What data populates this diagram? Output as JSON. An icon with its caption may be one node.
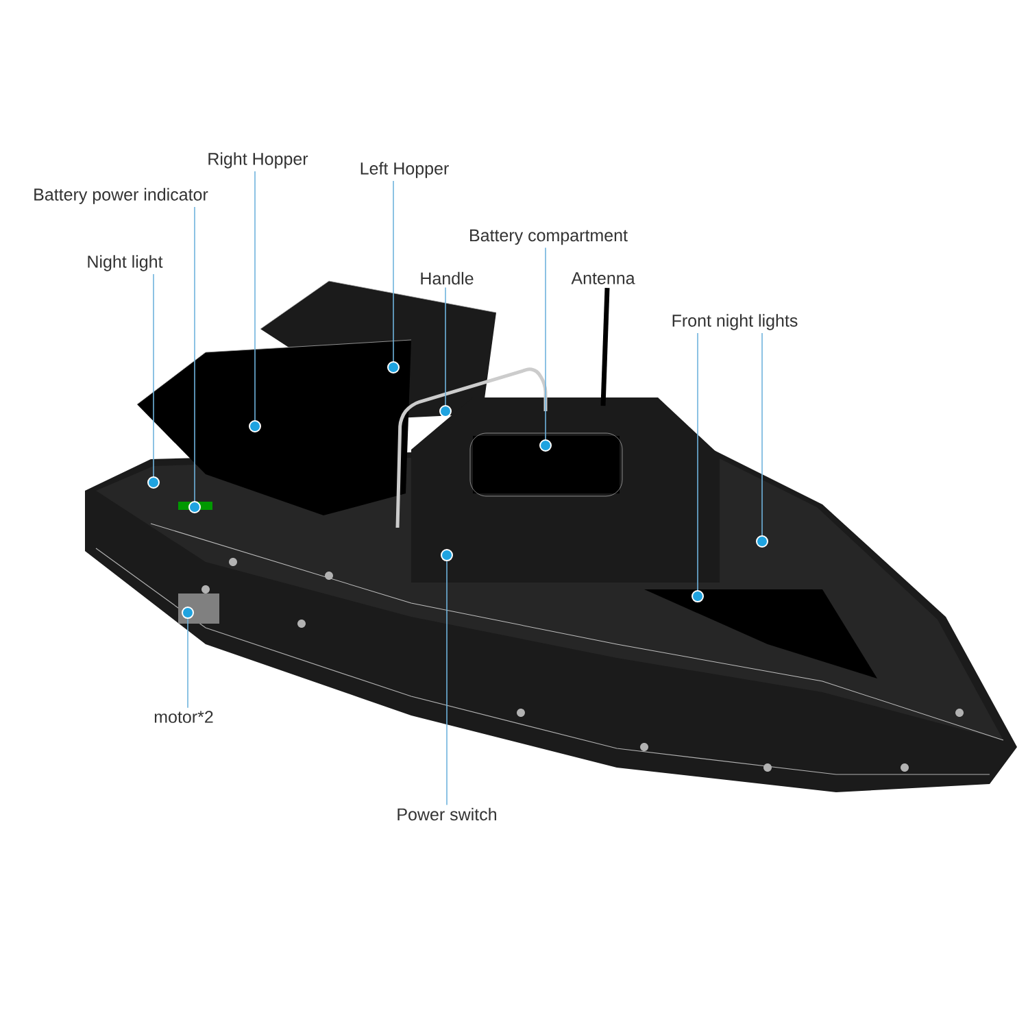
{
  "diagram": {
    "nodes": [
      {
        "text": [
          "Right Hopper"
        ]
      },
      {
        "text": [
          "Battery power indicator"
        ]
      },
      {
        "text": [
          "Left Hopper"
        ]
      },
      {
        "text": [
          "Battery compartment"
        ]
      },
      {
        "text": [
          "Night light"
        ]
      },
      {
        "text": [
          "Handle"
        ]
      },
      {
        "text": [
          "Front night lights"
        ]
      },
      {
        "text": [
          "motor*2"
        ]
      },
      {
        "text": [
          "Power switch"
        ]
      },
      {
        "text": [],
        "shape": "circle"
      },
      {
        "text": [],
        "shape": "circle"
      },
      {
        "text": [],
        "shape": "circle"
      },
      {
        "text": [],
        "shape": "circle"
      },
      {
        "text": [],
        "shape": "circle"
      },
      {
        "text": [],
        "shape": "circle"
      },
      {
        "text": [],
        "shape": "circle"
      },
      {
        "text": [],
        "shape": "circle"
      },
      {
        "text": [],
        "shape": "circle"
      },
      {
        "text": [],
        "shape": "circle"
      }
    ],
    "edges": [
      {
        "from": 0,
        "to": 12,
        "arrow": "none"
      },
      {
        "from": 1,
        "to": 11,
        "arrow": "none"
      },
      {
        "from": 2,
        "to": 13,
        "arrow": "none"
      },
      {
        "from": 3,
        "to": 16,
        "arrow": "none"
      },
      {
        "from": 4,
        "to": 9,
        "arrow": "none"
      },
      {
        "from": 5,
        "to": 14,
        "arrow": "none"
      },
      {
        "from": 6,
        "to": 17,
        "arrow": "none"
      },
      {
        "from": 6,
        "to": 18,
        "arrow": "none"
      },
      {
        "from": 7,
        "to": 10,
        "arrow": "none"
      },
      {
        "from": 8,
        "to": 15,
        "arrow": "none"
      }
    ],
    "labels": [
      "Antenna"
    ]
  }
}
